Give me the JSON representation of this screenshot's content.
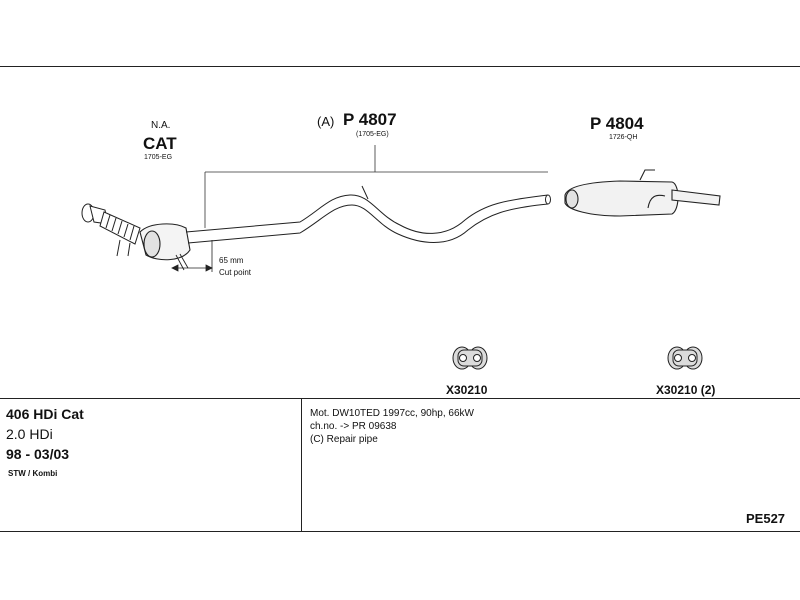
{
  "catalyst": {
    "note": "N.A.",
    "name": "CAT",
    "code": "1705-EG"
  },
  "middle_pipe": {
    "prefix": "(A)",
    "part_no": "P 4807",
    "code": "(1705-EG)"
  },
  "rear_silencer": {
    "part_no": "P 4804",
    "code": "1726-QH"
  },
  "cut": {
    "distance": "65 mm",
    "label": "Cut point"
  },
  "mounts": [
    {
      "label": "X30210"
    },
    {
      "label": "X30210 (2)"
    }
  ],
  "vehicle": {
    "model": "406 HDi Cat",
    "engine": "2.0 HDi",
    "years": "98 - 03/03",
    "body": "STW / Kombi"
  },
  "notes": [
    "Mot. DW10TED 1997cc, 90hp, 66kW",
    "ch.no. -> PR 09638",
    "(C) Repair pipe"
  ],
  "reference": "PE527"
}
